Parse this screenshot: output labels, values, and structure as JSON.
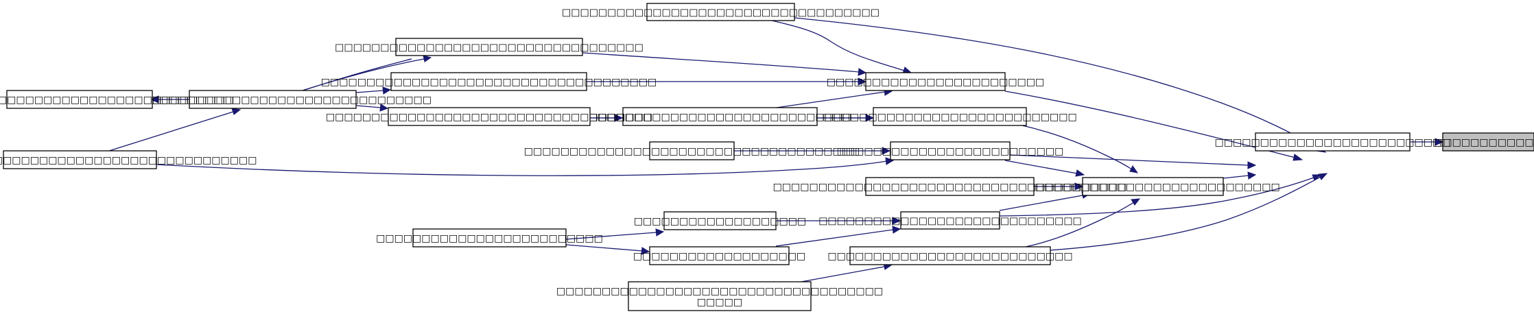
{
  "diagram": {
    "edge_color": "#191970",
    "active_fill": "#bfbfbf",
    "nodes": [
      {
        "id": "n0",
        "label": "□□□□□□□□□□□□",
        "active": true
      },
      {
        "id": "n1",
        "label": "□□□□□□□□□□□□□□□□□□□□□□□□□□"
      },
      {
        "id": "n2",
        "label": "□□□□□□□□□□□□□□□□□□□□□□□□"
      },
      {
        "id": "n3",
        "label": "□□□□□□□□□□□□□□□□□□□□□□□□□□□□"
      },
      {
        "id": "n4",
        "label": "□□□□□□□□□□□□□□□□□□□□□□□□□□□□□□□□□□□"
      },
      {
        "id": "n5",
        "label": "□□□□□□□□□□□□□□□□□□□□□□□□□□□□□□□□□□"
      },
      {
        "id": "n6",
        "label": "□□□□□□□□□□□□□□□□□□□□□□□□□□□□□□□□□□□□□"
      },
      {
        "id": "n7",
        "label": "□□□□□□□□□□□□□□□□□□□□□□□□□□□□□□□□□□□□□"
      },
      {
        "id": "n8",
        "label": "□□□□□□□□□□□□□□□□□□□□□□□□□□□□□"
      },
      {
        "id": "n9",
        "label": "□□□□□□□□□□□□□□□□□□□□□□□□□"
      },
      {
        "id": "n10",
        "label": "□□□□□□□□□□□□□□□□□□□□□□□□□□□□"
      },
      {
        "id": "n11",
        "label": "□□□□□□□□□□□□□□□□□□□□□□□□□□□□□□□□□□□□□□□"
      },
      {
        "id": "n12",
        "label": "□□□□□□□□□□□□□□□□□□□□□□□□□□□□□"
      },
      {
        "id": "n13",
        "label": "□□□□□□□□□□□□□□□□□□□□□□□□□□□"
      },
      {
        "id": "n14",
        "label": "□□□□□□□□□□□□□□□□□□□"
      },
      {
        "id": "n15",
        "label": "□□□□□□□□□□□□□□□□□□□□□□□□□"
      },
      {
        "id": "n16",
        "label": "□□□□□□□□□□□□□□□□□□□"
      },
      {
        "id": "n17",
        "label": "□□□□□□□□□□□□□□□□□□□□□□□□□□□□□□□□□□□□□□□"
      },
      {
        "id": "n18",
        "label": "□□□□□□□□□□□□□□□□□□□□□□□□□□□□□□□□□□□"
      },
      {
        "id": "n19",
        "label": "□□□□□□□□□□□□□□□□□□□□□□□□□□□□□□□□□□□□"
      },
      {
        "id": "n20",
        "label": "□□□□□□□□□□□□□□□□□□□□□□□□□□□□□□□□□□□"
      },
      {
        "id": "n21",
        "label": "□□□□□□□□□□□□□□□□□□□□□□□□□□□□□□□□□□"
      },
      {
        "id": "n22",
        "label": "□□□□□□□□□□□□□□□□□□□□□□□□□□□"
      },
      {
        "id": "n23",
        "label": "□□□□□□□□□□□□□□□□□□□□□□□□□"
      },
      {
        "id": "n24",
        "label": "□□□□□□□□□□□□□□□□□□□□□□□□□□□□"
      },
      {
        "id": "n25",
        "label": "□□□□□□□□□□□□□□□□□□□□□□□□□□□□□□□□□□□□\n□□□□□"
      }
    ]
  }
}
